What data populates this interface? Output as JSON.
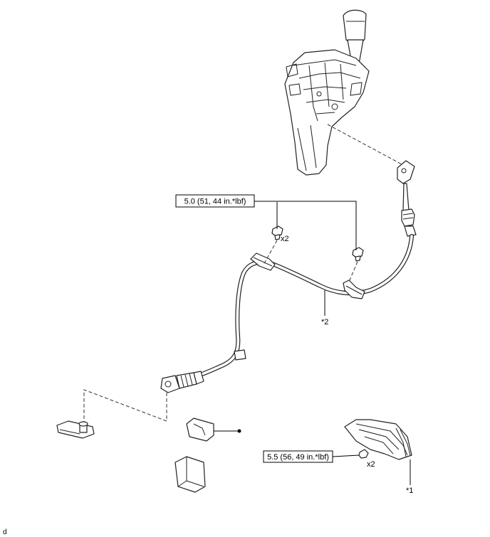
{
  "torque_upper": "5.0 (51, 44 in.*lbf)",
  "torque_lower": "5.5 (56, 49 in.*lbf)",
  "qty_upper": "x2",
  "qty_lower": "x2",
  "callout_cable": "*2",
  "callout_cover": "*1",
  "corner_code": "d"
}
